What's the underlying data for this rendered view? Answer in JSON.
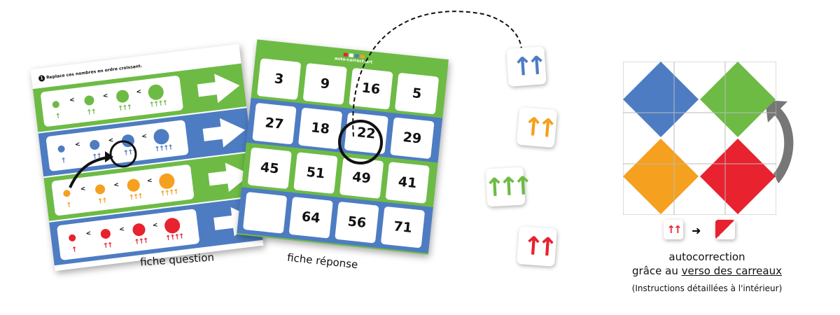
{
  "question_sheet": {
    "instruction_number": "1",
    "instruction": "Replace ces nombres en ordre croissant.",
    "comparison_symbol": "<",
    "rows": [
      {
        "color": "#6dbb45",
        "background": "#6dbb45",
        "arrows": [
          1,
          2,
          3,
          4
        ]
      },
      {
        "color": "#4d7cc2",
        "background": "#4d7cc2",
        "arrows": [
          1,
          2,
          3,
          4
        ]
      },
      {
        "color": "#f5a01e",
        "background": "#6dbb45",
        "arrows": [
          1,
          2,
          3,
          4
        ]
      },
      {
        "color": "#e8222e",
        "background": "#4d7cc2",
        "arrows": [
          1,
          2,
          3,
          4
        ]
      }
    ],
    "caption": "fiche question"
  },
  "answer_sheet": {
    "logo_text": "auto-correct-art",
    "rows": [
      {
        "background": "#6dbb45",
        "numbers": [
          "3",
          "9",
          "16",
          "5"
        ]
      },
      {
        "background": "#4d7cc2",
        "numbers": [
          "27",
          "18",
          "22",
          "29"
        ]
      },
      {
        "background": "#6dbb45",
        "numbers": [
          "45",
          "51",
          "49",
          "41"
        ]
      },
      {
        "background": "#4d7cc2",
        "numbers": [
          "",
          "64",
          "56",
          "71"
        ]
      }
    ],
    "caption": "fiche réponse"
  },
  "tiles": [
    {
      "color": "#4d7cc2",
      "arrows": 2
    },
    {
      "color": "#f5a01e",
      "arrows": 2
    },
    {
      "color": "#6dbb45",
      "arrows": 3
    },
    {
      "color": "#e8222e",
      "arrows": 2
    }
  ],
  "verso_grid": {
    "colors": [
      "#4d7cc2",
      "#6dbb45",
      "#f5a01e",
      "#e8222e"
    ]
  },
  "legend": {
    "line1": "autocorrection",
    "line2_prefix": "grâce au ",
    "line2_underlined": "verso des carreaux",
    "line3": "(Instructions détaillées à l'intérieur)"
  }
}
